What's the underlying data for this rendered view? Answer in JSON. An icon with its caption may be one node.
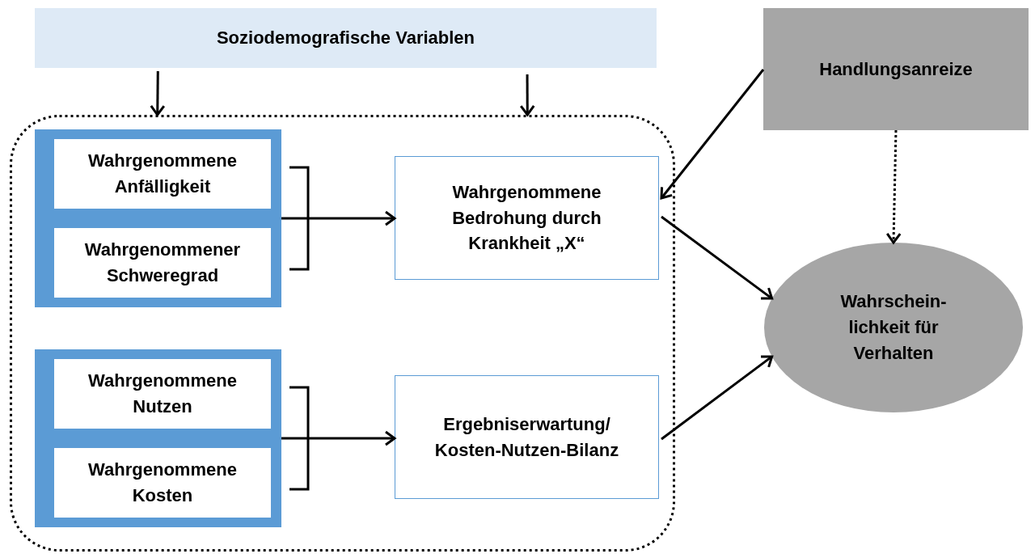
{
  "diagram": {
    "nodes": [
      {
        "text": [
          "Soziodemografische Variablen"
        ]
      },
      {
        "text": [],
        "shape": "box"
      },
      {
        "text": [],
        "shape": "box",
        "in": 1
      },
      {
        "text": [
          "Wahrgenommene Anfälligkeit"
        ],
        "in": 2
      },
      {
        "text": [
          "Wahrgenommener Schweregrad"
        ],
        "in": 2
      },
      {
        "text": [],
        "shape": "box",
        "in": 1
      },
      {
        "text": [
          "Wahrgenommene Nutzen"
        ],
        "in": 5
      },
      {
        "text": [
          "Wahrgenommene Kosten"
        ],
        "in": 5
      },
      {
        "text": [
          "Wahrgenommene Bedrohung durch Krankheit „X“"
        ],
        "in": 1
      },
      {
        "text": [
          "Ergebniserwartung/ Kosten-Nutzen-Bilanz"
        ],
        "in": 1
      },
      {
        "text": [
          "Handlungsanreize"
        ]
      },
      {
        "text": [
          "Wahrschein- lichkeit für Verhalten"
        ]
      }
    ],
    "edges": [
      {
        "from": 0,
        "to": 1,
        "arrow": "to"
      },
      {
        "from": 0,
        "to": 1,
        "arrow": "to"
      },
      {
        "from": 2,
        "to": 8,
        "arrow": "to"
      },
      {
        "from": 5,
        "to": 9,
        "arrow": "to"
      },
      {
        "from": 10,
        "to": 8,
        "arrow": "to"
      },
      {
        "from": 8,
        "to": 11,
        "arrow": "to"
      },
      {
        "from": 9,
        "to": 11,
        "arrow": "to"
      },
      {
        "from": 10,
        "to": 11,
        "arrow": "to",
        "style": "dashed"
      }
    ]
  }
}
